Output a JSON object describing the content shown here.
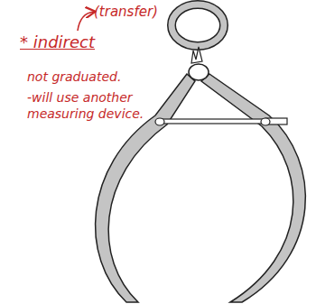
{
  "diagram": {
    "labels": [
      "(transfer)",
      "* indirect",
      "not graduated.",
      "-will use another measuring device."
    ]
  }
}
